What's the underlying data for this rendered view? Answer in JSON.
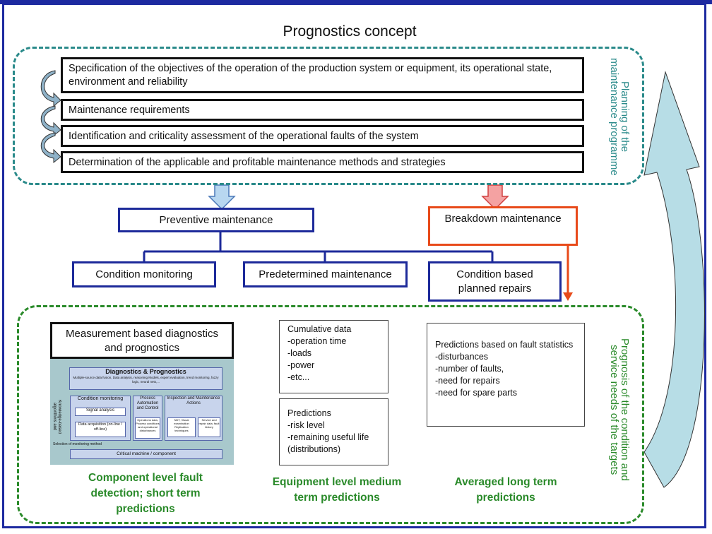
{
  "title": "Prognostics concept",
  "planning": {
    "side_label": "Planning of the maintenance programme",
    "steps": [
      "Specification of the objectives of the operation of the production system or equipment, its operational state, environment and reliability",
      "Maintenance requirements",
      "Identification and criticality assessment of the operational faults of the system",
      "Determination of the applicable and profitable maintenance methods and strategies"
    ]
  },
  "preventive": "Preventive maintenance",
  "breakdown": "Breakdown maintenance",
  "methods": {
    "condition_monitoring": "Condition monitoring",
    "predetermined": "Predetermined maintenance",
    "condition_based": "Condition based planned repairs"
  },
  "prognosis": {
    "side_label": "Prognosis of the condition and service needs of the targets",
    "measurement_box": "Measurement based diagnostics and prognostics",
    "inner_figure": {
      "title": "Diagnostics & Prognostics",
      "subtitle": "Multiple-source data fusion, Data analysis, reasoning Models, expert evaluation, trend monitoring, fuzzy logic, neural nets,...",
      "side": "Knowledge-based algorithms and expertise",
      "condition_monitoring": "Condition monitoring",
      "signal_analysis": "Signal analysis",
      "data_acquisition": "Data acquisition (on-line / off-line)",
      "process_automation": "Process Automation and Control",
      "operations_data": "Operations data, Process conditions and operational disturbances",
      "inspection": "Inspection and Maintenance Actions",
      "ndt": "NDT, Visual examination Replication techniques",
      "service": "Service and repair data, fault history",
      "selection": "Selection of monitoring method",
      "critical": "Critical machine / component"
    },
    "cumulative": [
      "Cumulative data",
      "-operation time",
      "-loads",
      "-power",
      "-etc..."
    ],
    "predictions": [
      "Predictions",
      "-risk level",
      "-remaining useful life",
      "(distributions)"
    ],
    "fault_stats": [
      "Predictions based on fault statistics",
      "-disturbances",
      "-number of faults,",
      "-need for repairs",
      "-need for spare parts"
    ],
    "captions": {
      "component": "Component level fault detection; short term predictions",
      "equipment": "Equipment level medium term predictions",
      "averaged": "Averaged long term predictions"
    }
  },
  "colors": {
    "frame": "#1d2aa0",
    "teal": "#2a8a8a",
    "green": "#2a8a2a",
    "red": "#e84a1a",
    "figure_bg": "#a8c8cc"
  }
}
